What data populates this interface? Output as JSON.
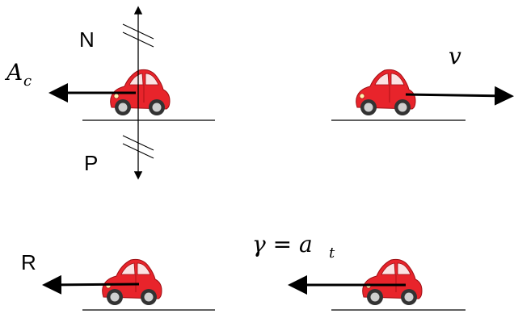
{
  "labels": {
    "normal": "N",
    "weight": "P",
    "centripetal": "A",
    "centripetal_sub": "c",
    "velocity": "v",
    "resistance": "R",
    "deceleration": "γ = a",
    "deceleration_sub": "t"
  },
  "colors": {
    "car_body": "#e8242b",
    "car_shadow": "#b3141a",
    "window": "#fbe3e3",
    "tire": "#333333",
    "hub": "#cfcfcf",
    "ground": "#000000"
  },
  "icons": [
    "car-icon"
  ]
}
